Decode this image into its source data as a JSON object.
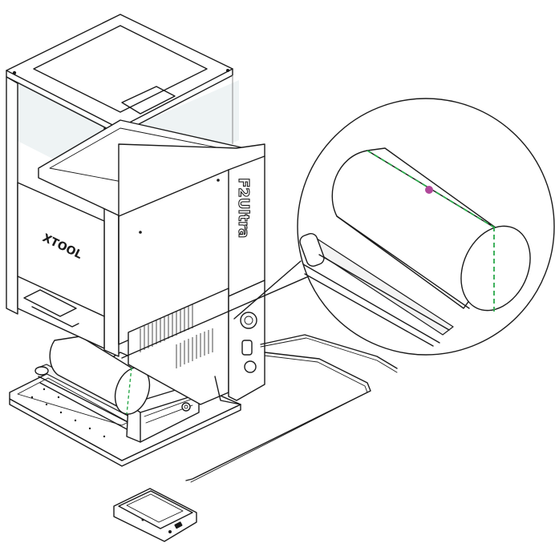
{
  "machine": {
    "brand_label": "XTOOL",
    "model_label": "F2Ultra"
  },
  "colors": {
    "line": "#1a1a1a",
    "dashed_guide": "#2aa84a",
    "center_dot": "#b0489a",
    "glass": "#eef3f4"
  },
  "icons": [
    "laser-engraver",
    "rotary-roller",
    "cylinder-workpiece",
    "control-panel",
    "emergency-stop-knob",
    "zoom-callout-circle"
  ]
}
